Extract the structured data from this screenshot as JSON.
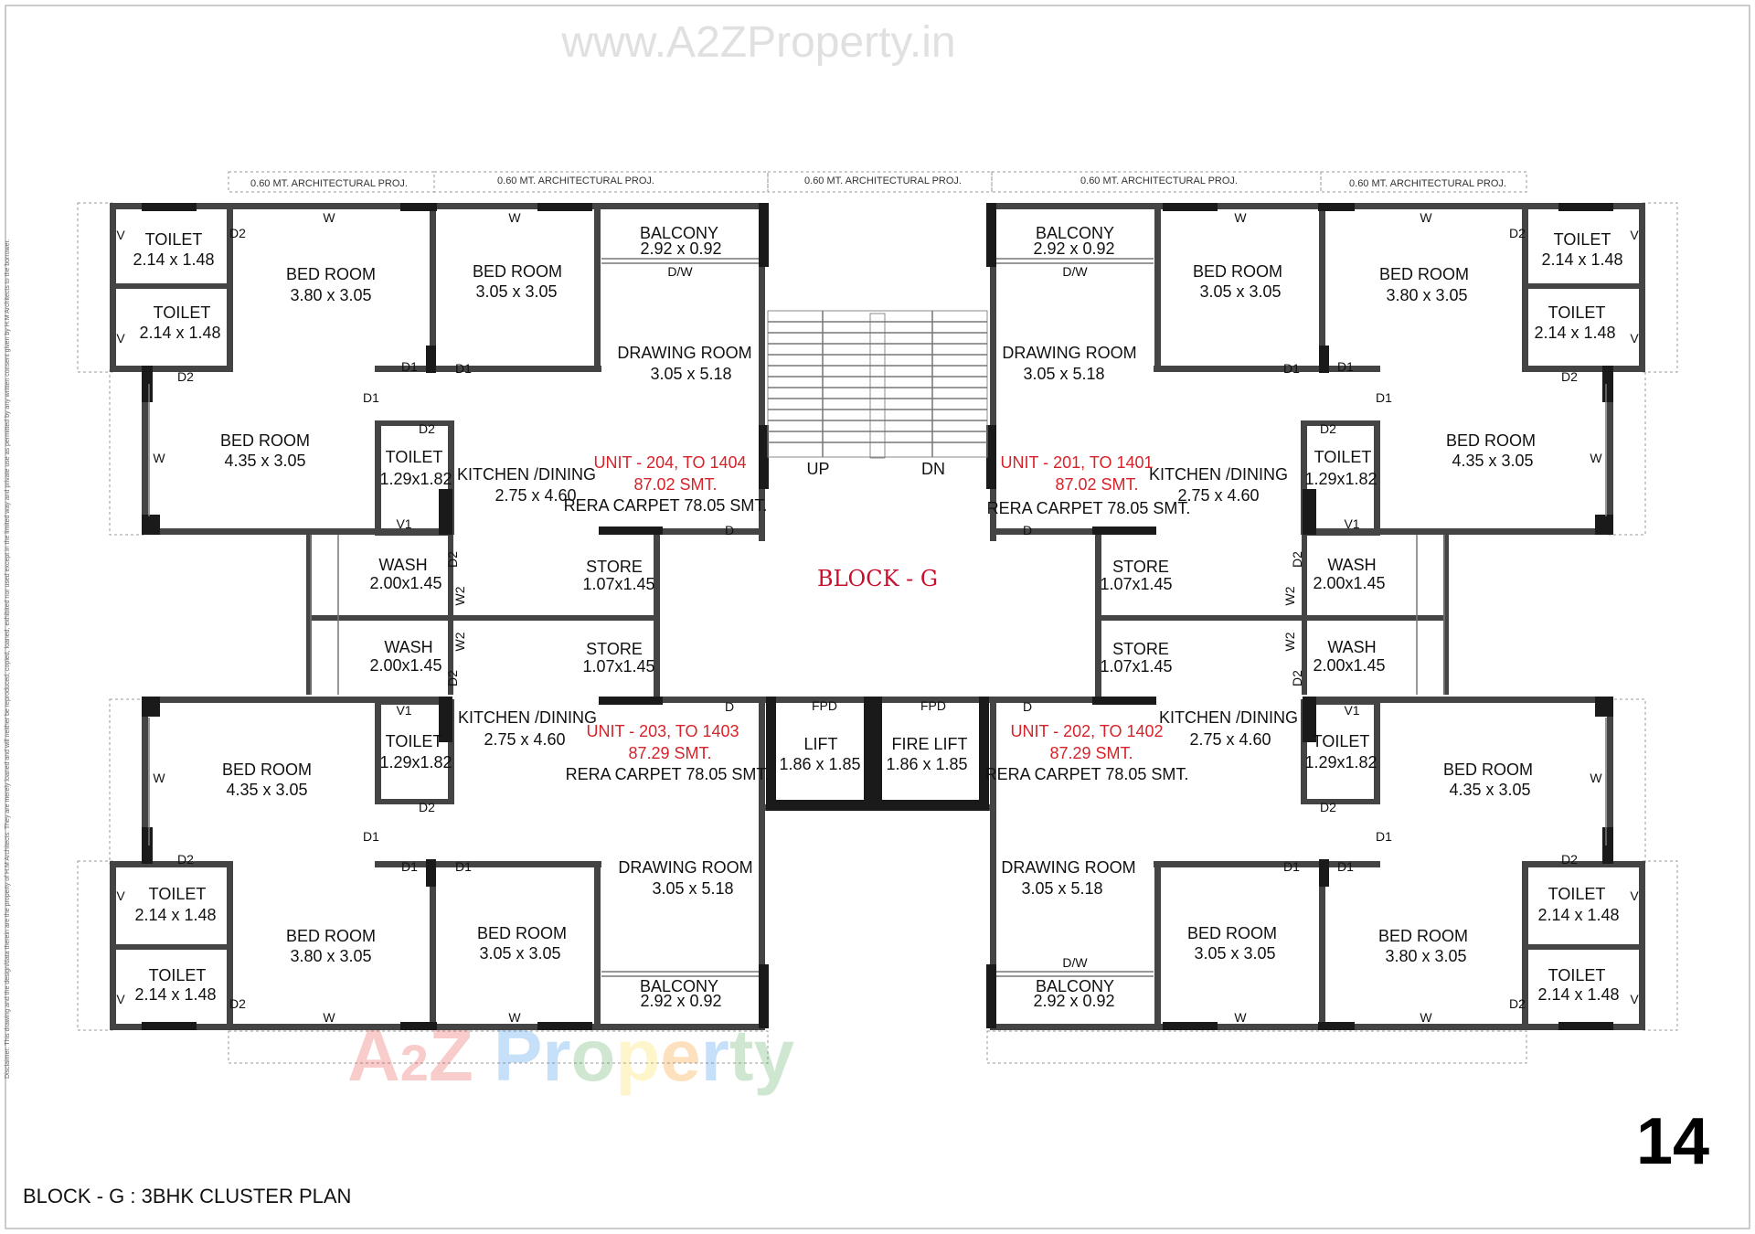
{
  "watermark_top": "www.A2ZProperty.in",
  "watermark_bottom": {
    "a": "A",
    "two": "2",
    "z": "Z ",
    "p": "P",
    "r": "r",
    "o": "o",
    "pe": "p",
    "e": "e",
    "r2": "r",
    "t": "t",
    "y": "y"
  },
  "disclaimer": "Disclaimer: This drawing and the design/data therein are the property of H.M Architects. They are merely loaned and will neither be reproduced, copied, loaned, exhibited nor used except in the limited way and private use as permitted by any written consent given by H.M Architects to the borrower.",
  "projections": [
    "0.60 MT. ARCHITECTURAL PROJ.",
    "0.60 MT. ARCHITECTURAL PROJ.",
    "0.60 MT. ARCHITECTURAL PROJ.",
    "0.60 MT. ARCHITECTURAL PROJ.",
    "0.60 MT. ARCHITECTURAL PROJ."
  ],
  "block_label": "BLOCK - G",
  "caption": "BLOCK - G : 3BHK CLUSTER PLAN",
  "page_number": "14",
  "stairs": {
    "up": "UP",
    "dn": "DN"
  },
  "core": {
    "lift_name": "LIFT",
    "lift_size": "1.86 x 1.85",
    "fire_lift_name": "FIRE LIFT",
    "fire_lift_size": "1.86 x 1.85",
    "fpd": "FPD"
  },
  "units": {
    "u204": {
      "line1": "UNIT - 204, TO 1404",
      "line2": "87.02 SMT.",
      "line3": "RERA CARPET 78.05 SMT."
    },
    "u201": {
      "line1": "UNIT - 201, TO 1401",
      "line2": "87.02 SMT.",
      "line3": "RERA CARPET 78.05 SMT."
    },
    "u203": {
      "line1": "UNIT - 203, TO 1403",
      "line2": "87.29 SMT.",
      "line3": "RERA CARPET 78.05 SMT."
    },
    "u202": {
      "line1": "UNIT - 202, TO 1402",
      "line2": "87.29 SMT.",
      "line3": "RERA CARPET 78.05 SMT."
    }
  },
  "rooms": {
    "toilet": "TOILET",
    "bed": "BED ROOM",
    "balcony": "BALCONY",
    "drawing": "DRAWING ROOM",
    "kitchen": "KITCHEN /DINING",
    "wash": "WASH",
    "store": "STORE",
    "s_toilet_big": "2.14 x 1.48",
    "s_toilet_small": "1.29x1.82",
    "s_bed_380": "3.80 x 3.05",
    "s_bed_305": "3.05 x 3.05",
    "s_bed_435": "4.35 x 3.05",
    "s_balcony": "2.92 x 0.92",
    "s_drawing": "3.05 x 5.18",
    "s_kitchen": "2.75 x 4.60",
    "s_wash": "2.00x1.45",
    "s_store": "1.07x1.45"
  },
  "marks": {
    "w": "W",
    "v": "V",
    "v1": "V1",
    "d": "D",
    "d1": "D1",
    "d2": "D2",
    "w2": "W2",
    "dw": "D/W"
  }
}
